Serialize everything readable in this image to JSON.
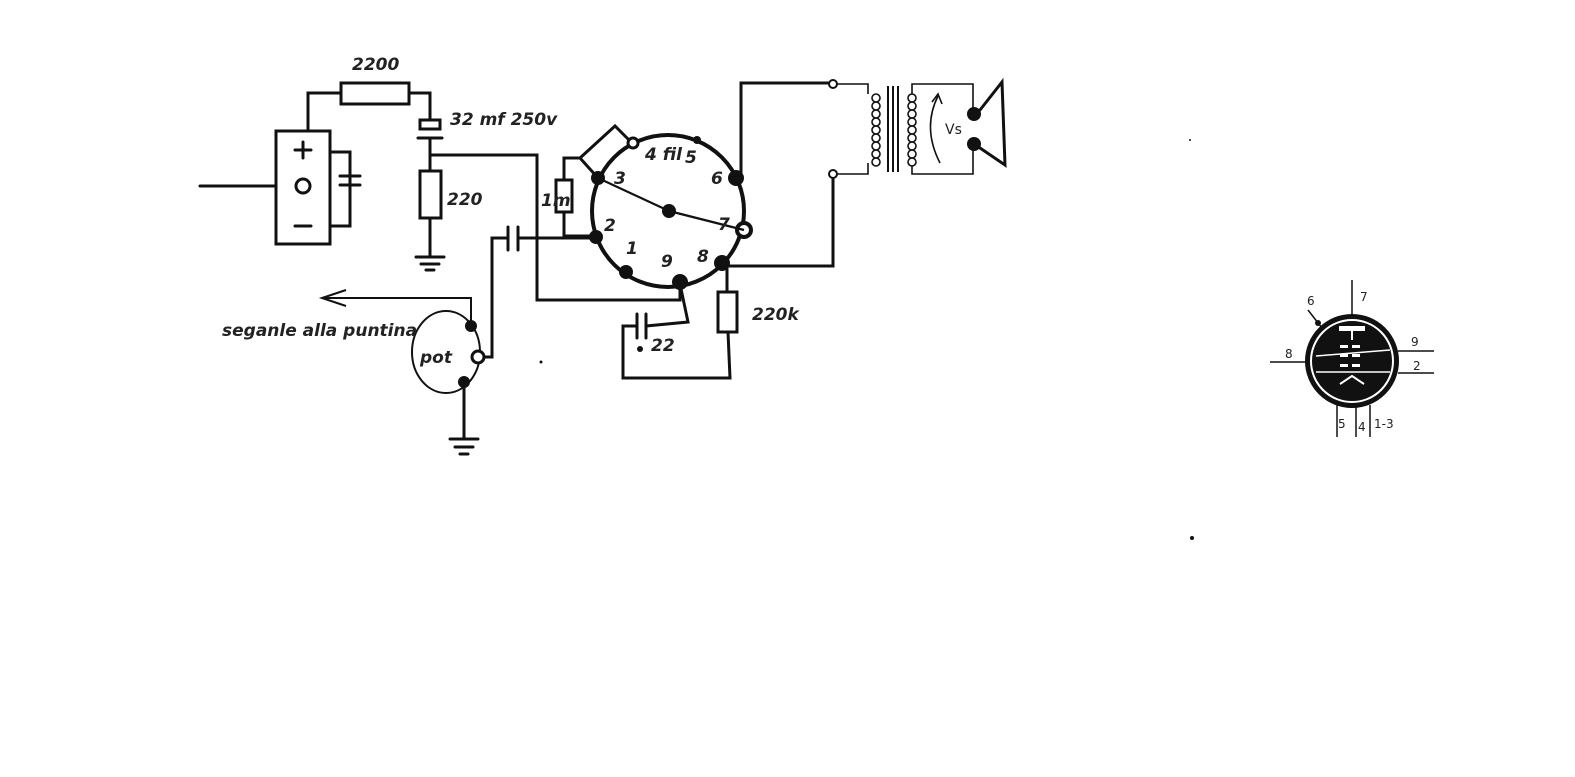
{
  "labels": {
    "r_2200": "2200",
    "cap_32mf": "32 mf 250v",
    "r_220": "220",
    "r_1m": "1m",
    "fil": "4 fil",
    "r_220k": "220k",
    "cap_22": "22",
    "pot": "pot",
    "signal": "seganle alla puntina",
    "vs": "Vs"
  },
  "tube_pins": [
    "1",
    "2",
    "3",
    "5",
    "6",
    "7",
    "8",
    "9"
  ],
  "pinout_pins": [
    "6",
    "7",
    "9",
    "2",
    "8",
    "5",
    "4",
    "1-3"
  ],
  "colors": {
    "ink": "#111111",
    "background": "#ffffff"
  }
}
